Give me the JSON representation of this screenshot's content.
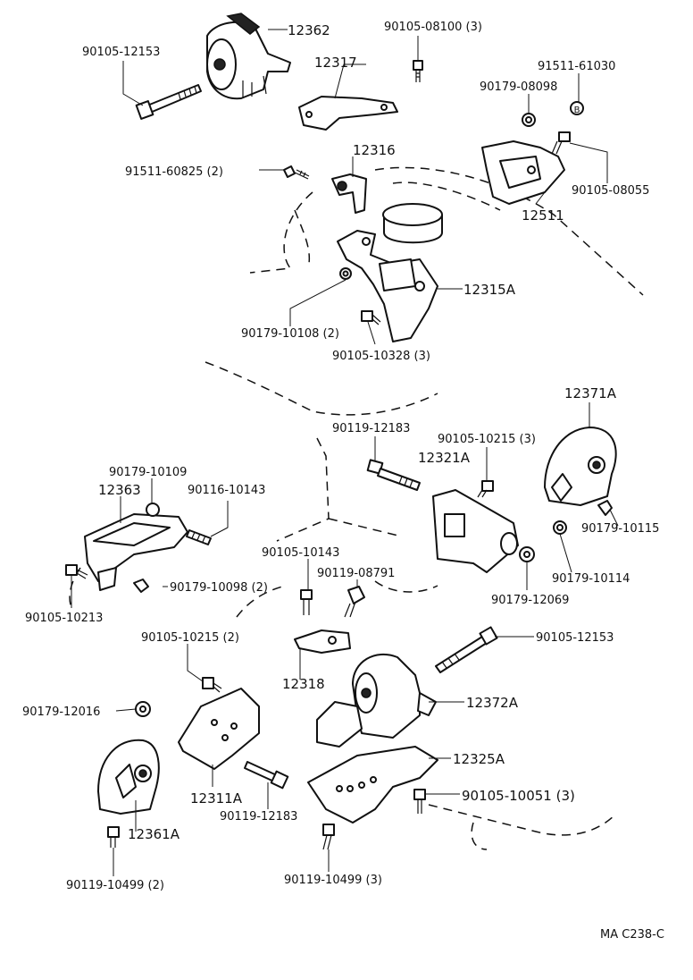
{
  "labels": {
    "p12362": "12362",
    "p90105_12153_top": "90105-12153",
    "p90105_08100": "90105-08100 (3)",
    "p12317": "12317",
    "p91511_61030": "91511-61030",
    "p90179_08098": "90179-08098",
    "p91511_60825": "91511-60825 (2)",
    "p12316": "12316",
    "p90105_08055": "90105-08055",
    "p12511": "12511",
    "p12315A": "12315A",
    "p90179_10108": "90179-10108 (2)",
    "p90105_10328": "90105-10328 (3)",
    "p12371A": "12371A",
    "p90119_12183_top": "90119-12183",
    "p90105_10215_3": "90105-10215 (3)",
    "p12321A": "12321A",
    "p90179_10109": "90179-10109",
    "p12363": "12363",
    "p90116_10143": "90116-10143",
    "p90179_10115": "90179-10115",
    "p90105_10143": "90105-10143",
    "p90119_08791": "90119-08791",
    "p90179_10114": "90179-10114",
    "p90179_10098": "90179-10098 (2)",
    "p90179_12069": "90179-12069",
    "p90105_10213": "90105-10213",
    "p90105_10215_2": "90105-10215 (2)",
    "p90105_12153_bottom": "90105-12153",
    "p12318": "12318",
    "p90179_12016": "90179-12016",
    "p12372A": "12372A",
    "p12325A": "12325A",
    "p12311A": "12311A",
    "p90105_10051": "90105-10051 (3)",
    "p90119_12183_bottom": "90119-12183",
    "p12361A": "12361A",
    "p90119_10499_2": "90119-10499 (2)",
    "p90119_10499_3": "90119-10499 (3)",
    "circle_b": "B"
  },
  "figure_code": "MA C238-C"
}
